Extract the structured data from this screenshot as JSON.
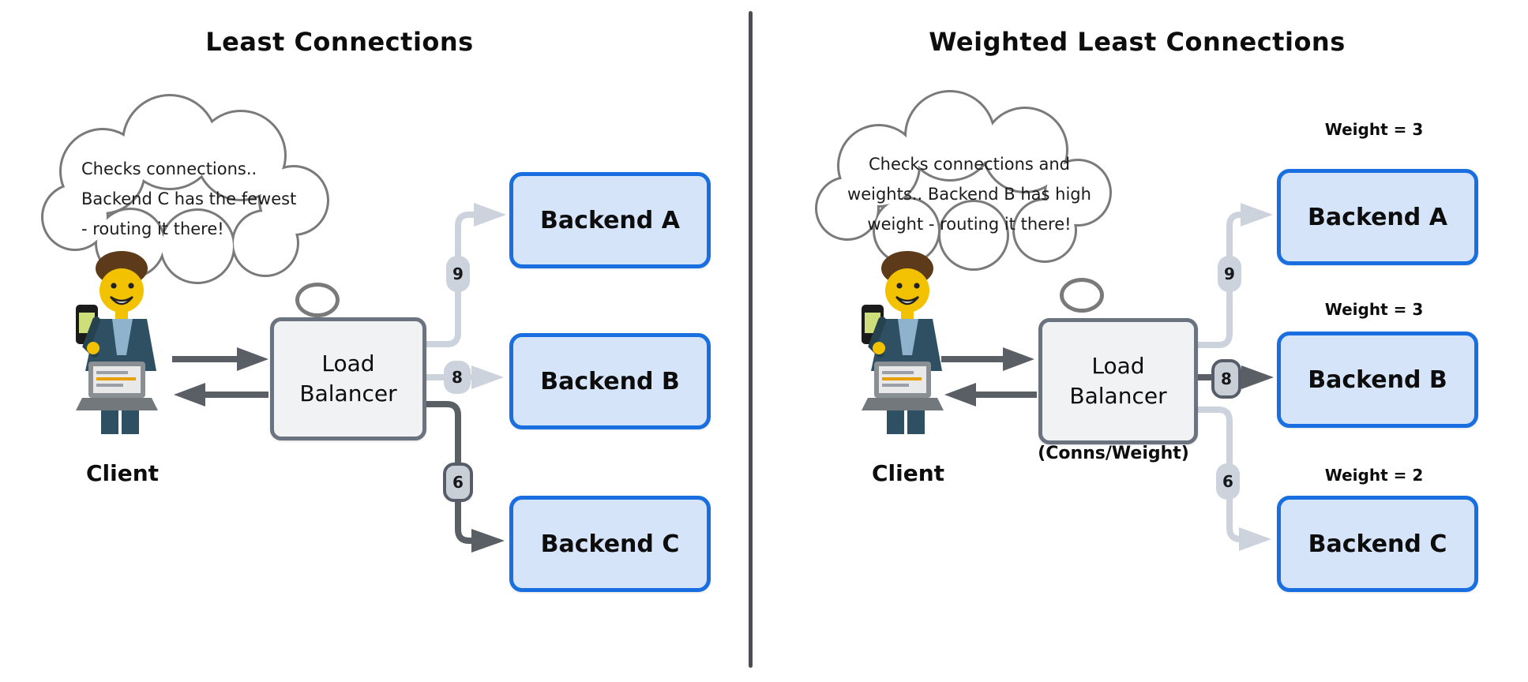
{
  "left": {
    "title": "Least Connections",
    "thought": "Checks connections..\nBackend C has the fewest\n- routing it there!",
    "client": "Client",
    "load_balancer": "Load\nBalancer",
    "backends": [
      {
        "label": "Backend A",
        "connections": "9"
      },
      {
        "label": "Backend B",
        "connections": "8"
      },
      {
        "label": "Backend C",
        "connections": "6"
      }
    ]
  },
  "right": {
    "title": "Weighted Least Connections",
    "thought": "Checks connections and\nweights.. Backend B has high\nweight - routing it there!",
    "client": "Client",
    "load_balancer": "Load\nBalancer",
    "caption": "(Conns/Weight)",
    "backends": [
      {
        "label": "Backend A",
        "connections": "9",
        "weight": "Weight = 3"
      },
      {
        "label": "Backend B",
        "connections": "8",
        "weight": "Weight = 3"
      },
      {
        "label": "Backend C",
        "connections": "6",
        "weight": "Weight = 2"
      }
    ]
  },
  "colors": {
    "backend_fill": "#d6e4fa",
    "backend_border": "#1a6fe0",
    "balancer_fill": "#f1f2f4",
    "balancer_border": "#6b7280",
    "light_line": "#ccd3dd",
    "dark_line": "#5a5f66",
    "cloud_stroke": "#7a7a7a"
  }
}
